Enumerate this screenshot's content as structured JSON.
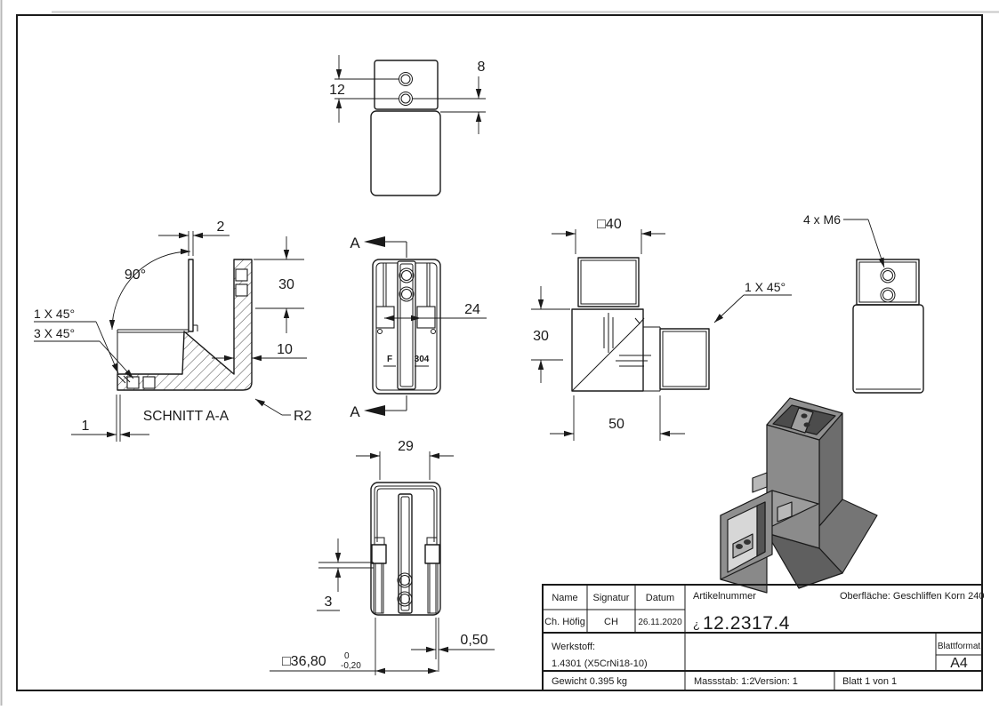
{
  "page": {
    "line_color": "#1a1a1a",
    "background": "#ffffff",
    "model_gray": "#8b8b8b"
  },
  "views": {
    "top": {
      "dim12": "12",
      "dim8": "8"
    },
    "section": {
      "dim2": "2",
      "dim90": "90°",
      "dim30": "30",
      "ch1": "1 X 45°",
      "ch3": "3 X 45°",
      "dim10": "10",
      "dim1": "1",
      "title": "SCHNITT A-A",
      "r2": "R2"
    },
    "aa": {
      "marker_top": "A",
      "marker_bottom": "A",
      "dim24": "24",
      "mark_f": "F",
      "mark_304": "304"
    },
    "elbow": {
      "d40": "□40",
      "d30": "30",
      "d50": "50",
      "chamfer": "1 X 45°"
    },
    "back": {
      "thread_note": "4 x M6"
    },
    "insert": {
      "d29": "29",
      "d3": "3",
      "d050": "0,50",
      "d3680": "□36,80",
      "tol_upper": "0",
      "tol_lower": "-0,20"
    }
  },
  "title_block": {
    "name_label": "Name",
    "signatur_label": "Signatur",
    "datum_label": "Datum",
    "name_value": "Ch. Höfig",
    "signatur_value": "CH",
    "datum_value": "26.11.2020",
    "artikelnummer_label": "Artikelnummer",
    "artikelnummer_prefix": "¿",
    "artikelnummer_value": "12.2317.4",
    "oberflaeche": "Oberfläche:  Geschliffen Korn 240",
    "werkstoff_label": "Werkstoff:",
    "werkstoff_value": "1.4301 (X5CrNi18-10)",
    "gewicht": "Gewicht 0.395 kg",
    "massstab": "Massstab: 1:2",
    "version": "Version: 1",
    "blatt": "Blatt 1 von 1",
    "blattformat_label": "Blattformat",
    "blattformat_value": "A4"
  }
}
